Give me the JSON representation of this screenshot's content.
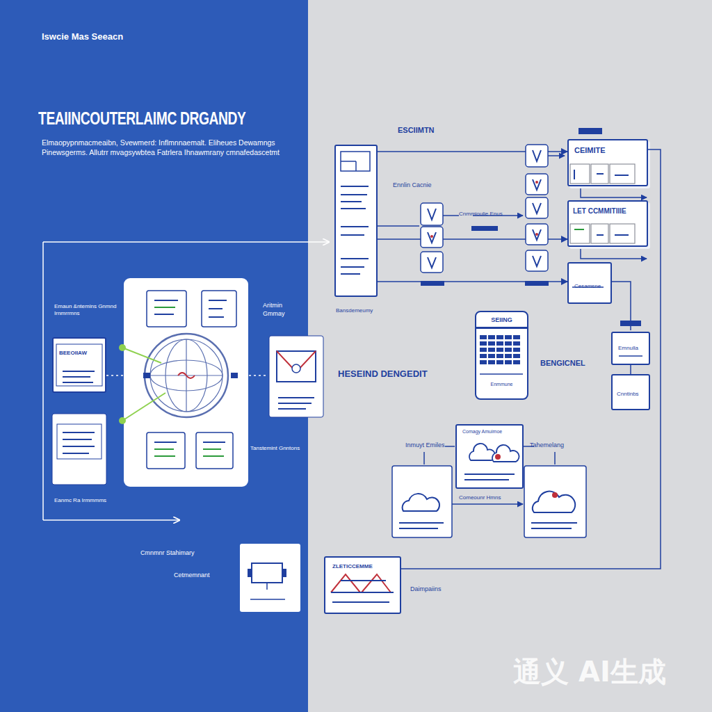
{
  "diagram": {
    "title": "TEAIINCOUTERLAIMC DRGANDY",
    "nodes": [
      {
        "text": [
          "CEIMITE"
        ]
      },
      {
        "text": [
          "Bansdemeumy"
        ]
      },
      {
        "text": [
          "LET CCMMITIIIE"
        ]
      },
      {
        "text": [
          "Cesamsne"
        ]
      },
      {
        "text": [
          "SEIING",
          "Enmmune"
        ]
      },
      {
        "text": [
          "Emnulla"
        ]
      },
      {
        "text": [
          "BEEOIIAW"
        ]
      },
      {
        "text": [
          "Cnntinbs"
        ]
      },
      {
        "text": [
          "Comagy Amuimoe"
        ]
      },
      {
        "text": [
          "ZLETICCEMME"
        ]
      }
    ],
    "edges": [
      {
        "from": 1,
        "to": 0,
        "arrow": "to"
      },
      {
        "from": 1,
        "to": 2,
        "arrow": "to"
      },
      {
        "from": 1,
        "to": 3,
        "arrow": "to"
      },
      {
        "from": 0,
        "to": 9,
        "arrow": "none"
      }
    ],
    "labels": [
      "Iswcie Mas Seeacn",
      "Elmaopypnmacmeaibn, Svewmerd: Inflmnnaemalt. Eliheues Dewamngs Pinewsgerms. Allutrr mvagsywbtea Fatrlera Ihnawmrany cmnafedascetmt",
      "ESCIIMTN",
      "Ennlin Cacnie",
      "Cnmmioulie Enus",
      "HESEIND DENGEDIT",
      "BENGICNEL",
      "Aritmin Gmmay",
      "Emaun &ntemins Gnmnd Irnmrrmns",
      "Eanmc Ra Irmmmms",
      "Tanstemint Gnntons",
      "Cmnmnr Stahimary",
      "Cetmemnant",
      "Inmuyt Emiles",
      "Tahemelang",
      "Comeounr Hmns",
      "Daimpaiins",
      "通义 AI生成"
    ]
  }
}
